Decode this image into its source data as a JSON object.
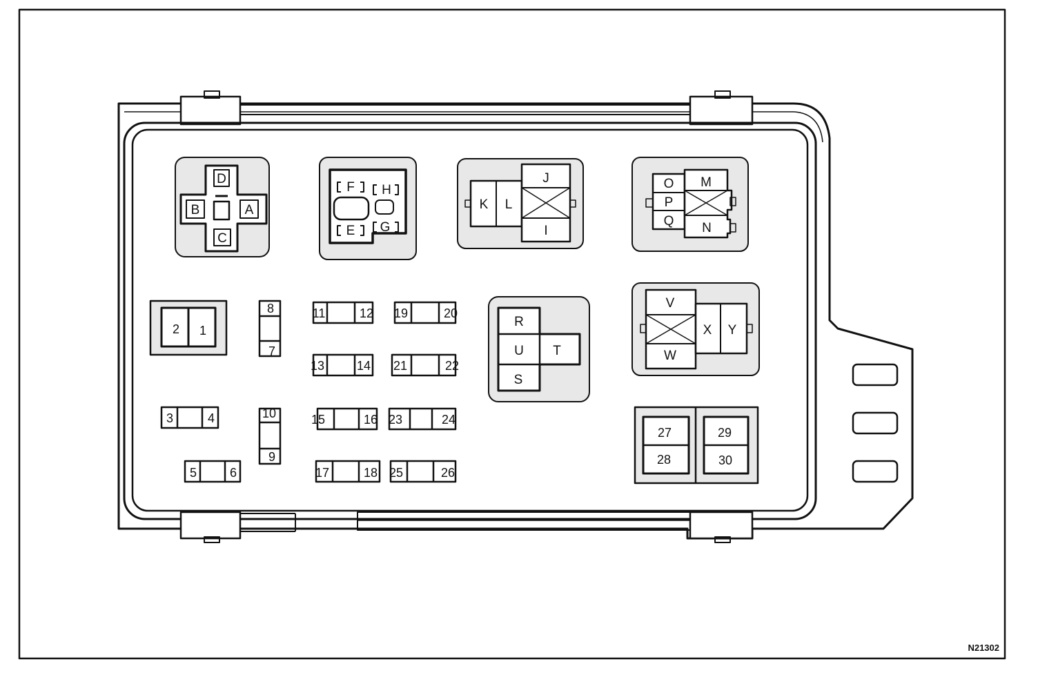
{
  "figure_code": "N21302",
  "colors": {
    "ink": "#111111",
    "panel_fill": "#e8e8e8",
    "slot_fill": "#d9d9d9",
    "background": "#ffffff"
  },
  "connectors": {
    "A": "A",
    "B": "B",
    "C": "C",
    "D": "D",
    "E": "E",
    "F": "F",
    "G": "G",
    "H": "H",
    "I": "I",
    "J": "J",
    "K": "K",
    "L": "L",
    "M": "M",
    "N": "N",
    "O": "O",
    "P": "P",
    "Q": "Q",
    "R": "R",
    "S": "S",
    "T": "T",
    "U": "U",
    "V": "V",
    "W": "W",
    "X": "X",
    "Y": "Y"
  },
  "fuse_numbers": {
    "n1": "1",
    "n2": "2",
    "n3": "3",
    "n4": "4",
    "n5": "5",
    "n6": "6",
    "n7": "7",
    "n8": "8",
    "n9": "9",
    "n10": "10",
    "n11": "11",
    "n12": "12",
    "n13": "13",
    "n14": "14",
    "n15": "15",
    "n16": "16",
    "n17": "17",
    "n18": "18",
    "n19": "19",
    "n20": "20",
    "n21": "21",
    "n22": "22",
    "n23": "23",
    "n24": "24",
    "n25": "25",
    "n26": "26",
    "n27": "27",
    "n28": "28",
    "n29": "29",
    "n30": "30"
  }
}
